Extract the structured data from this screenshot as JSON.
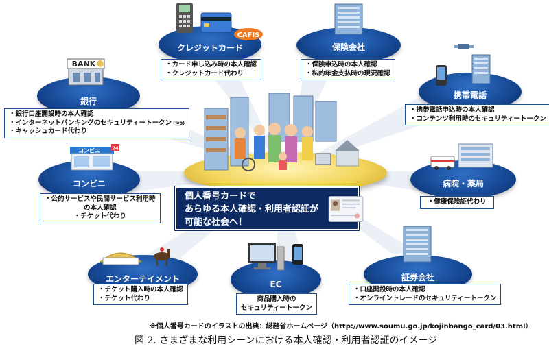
{
  "nodes": {
    "credit": {
      "label": "クレジットカード",
      "badge": "CAFIS",
      "lines": [
        "・カード申し込み時の本人確認",
        "・クレジットカード代わり"
      ]
    },
    "insurance": {
      "label": "保険会社",
      "lines": [
        "・保険申込時の本人確認",
        "・私的年金支払時の現況確認"
      ]
    },
    "bank": {
      "label": "銀行",
      "sign": "BANK",
      "lines": [
        "・銀行口座開設時の本人確認",
        "・インターネットバンキングのセキュリティートークン",
        "・キャッシュカード代わり"
      ],
      "note": "(注8)"
    },
    "mobile": {
      "label": "携帯電話",
      "lines": [
        "・携帯電話申込時の本人確認",
        "・コンテンツ利用時のセキュリティートークン"
      ]
    },
    "convenience": {
      "label": "コンビニ",
      "sign": "コンビニ",
      "sign_num": "24",
      "lines": [
        "・公的サービスや民間サービス利用時",
        "の本人確認",
        "・チケット代わり"
      ]
    },
    "hospital": {
      "label": "病院・薬局",
      "lines": [
        "・健康保険証代わり"
      ]
    },
    "entertainment": {
      "label": "エンターテイメント",
      "lines": [
        "・チケット購入時の本人確認",
        "・チケット代わり"
      ]
    },
    "ec": {
      "label": "EC",
      "lines": [
        "商品購入時の",
        "セキュリティートークン"
      ]
    },
    "securities": {
      "label": "証券会社",
      "lines": [
        "・口座開設時の本人確認",
        "・オンライントレードのセキュリティートークン"
      ]
    }
  },
  "center": {
    "lines": [
      "個人番号カードで",
      "あらゆる本人確認・利用者認証が",
      "可能な社会へ！"
    ]
  },
  "footnote": "※個人番号カードのイラストの出典：総務省ホームページ（http://www.soumu.go.jp/kojinbango_card/03.html）",
  "caption": "図 2. さまざまな利用シーンにおける本人確認・利用者認証のイメージ",
  "colors": {
    "ellipse": "#174a96",
    "banner": "#0e2c63",
    "hub": "#f2d55a",
    "box_border": "#1d4f97"
  }
}
